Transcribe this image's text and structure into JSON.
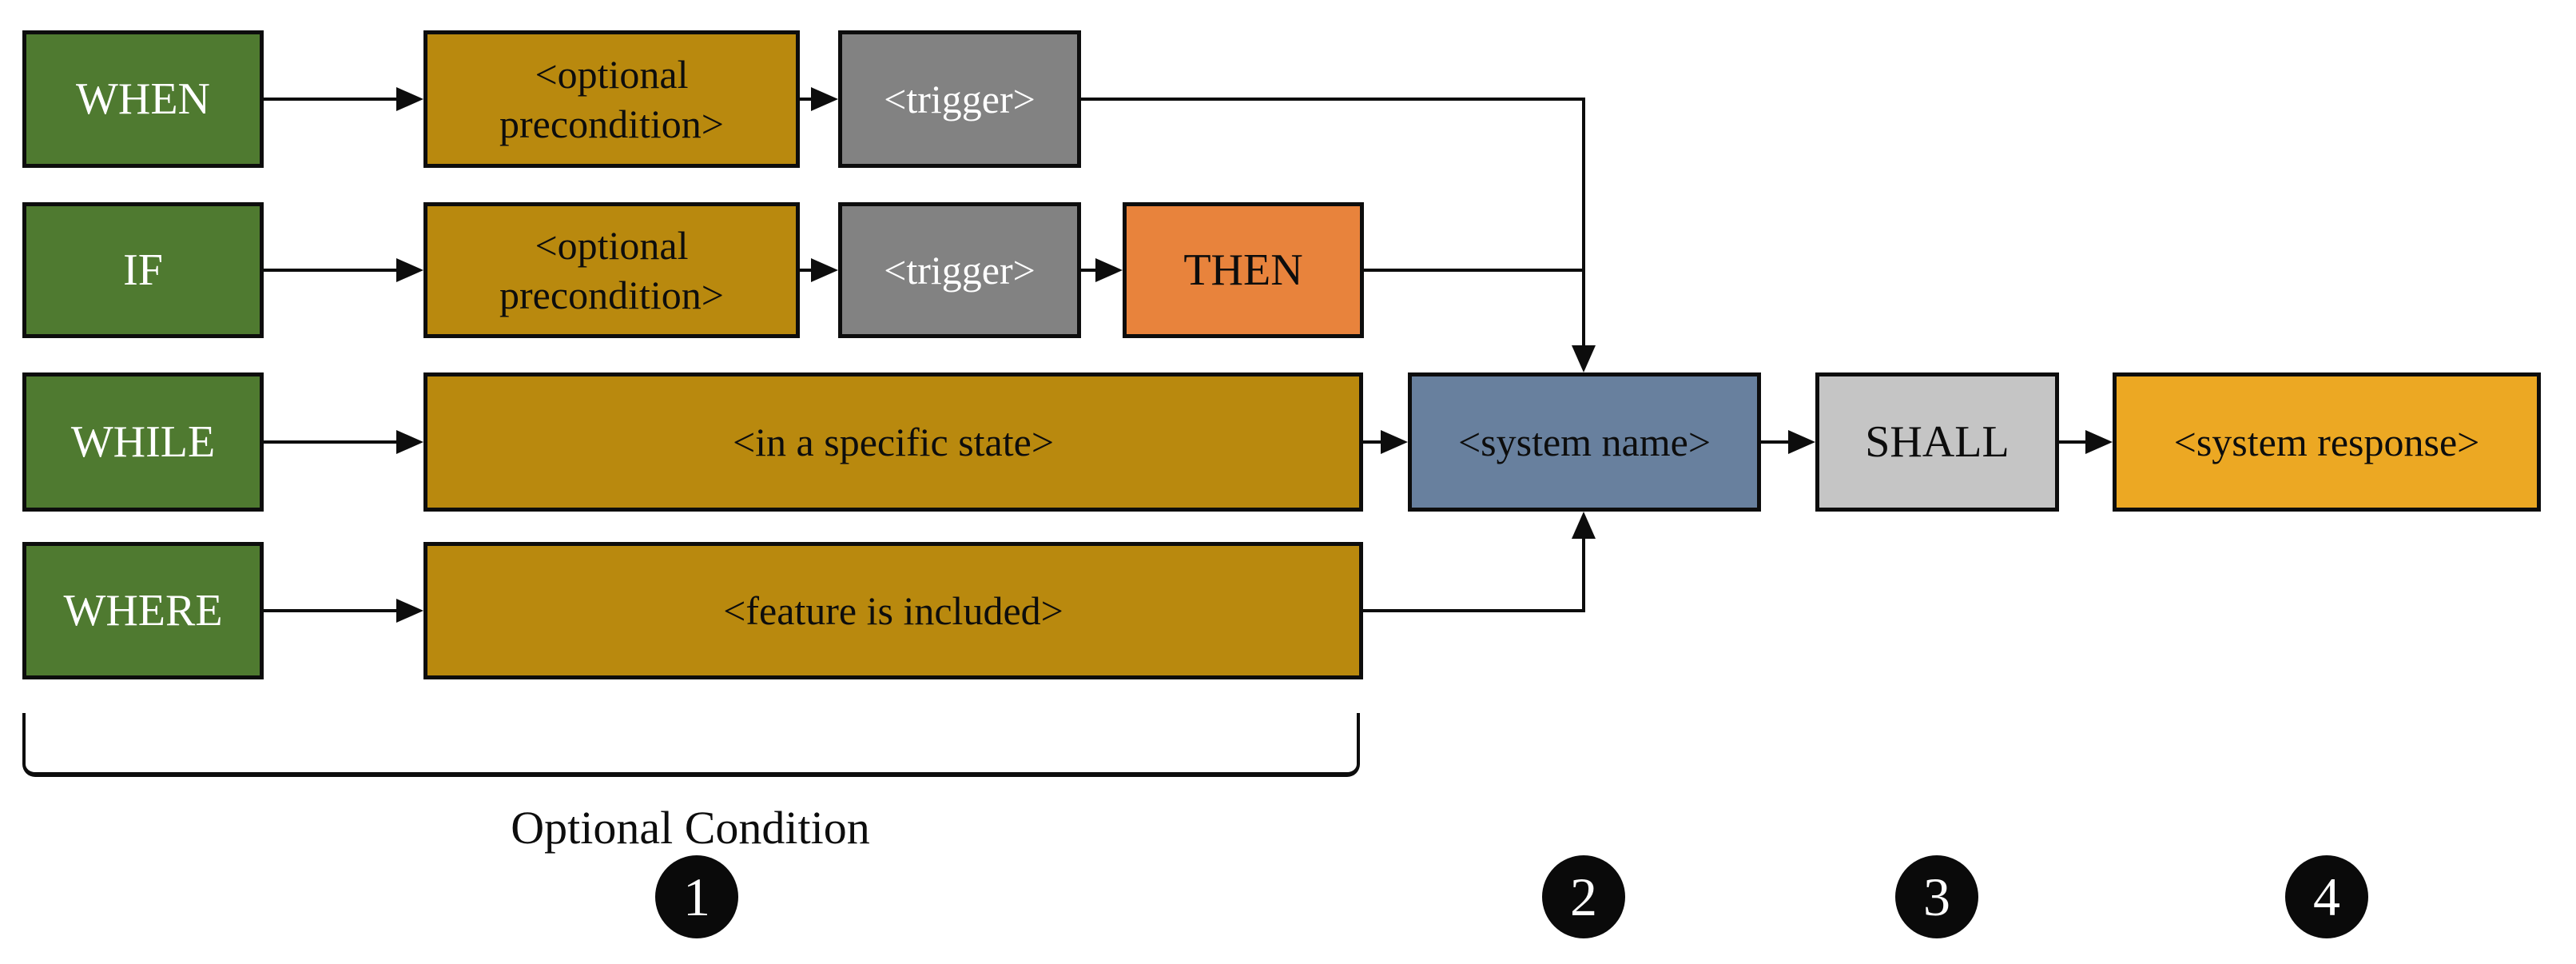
{
  "keywords": {
    "when": "WHEN",
    "if": "IF",
    "while": "WHILE",
    "where": "WHERE"
  },
  "when_row": {
    "precondition": "<optional precondition>",
    "trigger": "<trigger>"
  },
  "if_row": {
    "precondition": "<optional precondition>",
    "trigger": "<trigger>",
    "then": "THEN"
  },
  "while_row": {
    "state": "<in a specific state>"
  },
  "where_row": {
    "feature": "<feature is included>"
  },
  "main_clause": {
    "system_name": "<system name>",
    "shall": "SHALL",
    "system_response": "<system response>"
  },
  "bracket_label": "Optional Condition",
  "markers": [
    {
      "number": "1"
    },
    {
      "number": "2"
    },
    {
      "number": "3"
    },
    {
      "number": "4"
    }
  ],
  "colors": {
    "keyword_green": "#4f7a30",
    "precondition_gold": "#b9890e",
    "trigger_gray": "#828282",
    "then_orange": "#e8833c",
    "system_name_blue": "#68809e",
    "shall_gray": "#c5c5c5",
    "response_amber": "#eca823",
    "line_black": "#0d0d0d"
  }
}
